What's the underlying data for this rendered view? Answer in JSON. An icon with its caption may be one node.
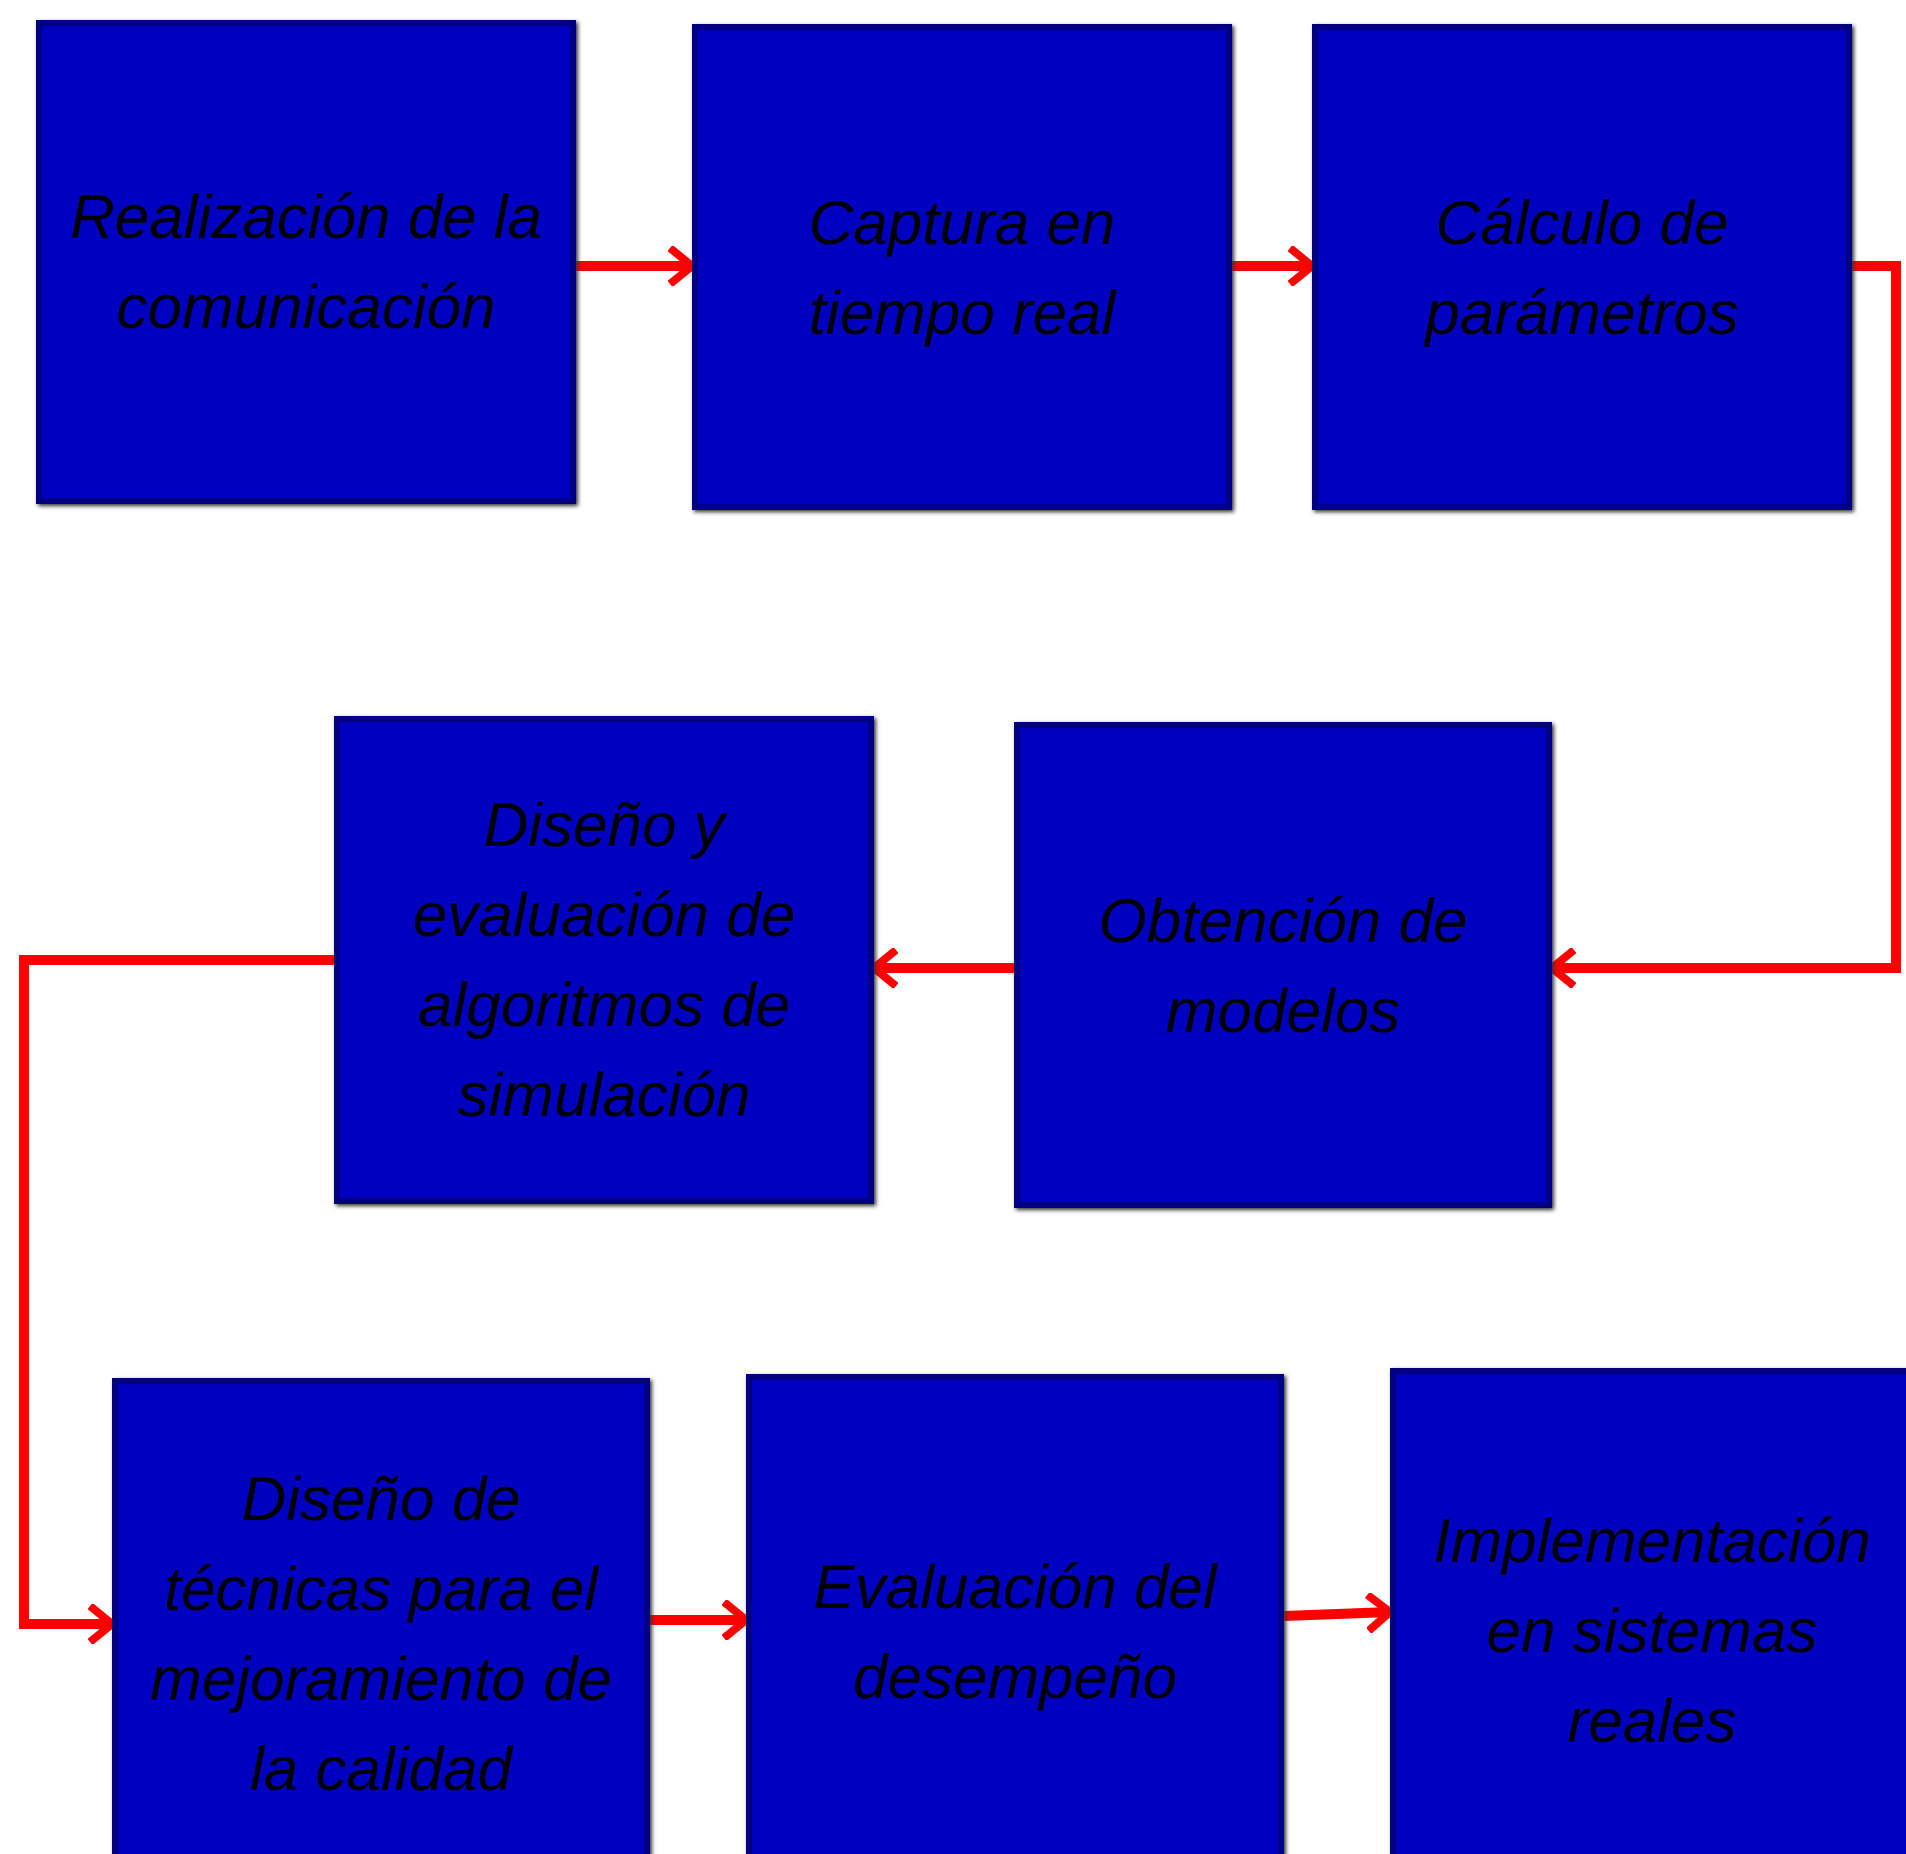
{
  "diagram": {
    "nodes": [
      {
        "text": [
          "Realización de la comunicación"
        ]
      },
      {
        "text": [
          "Captura en tiempo real"
        ]
      },
      {
        "text": [
          "Cálculo de parámetros"
        ]
      },
      {
        "text": [
          "Diseño y evaluación de algoritmos de simulación"
        ]
      },
      {
        "text": [
          "Obtención de modelos"
        ]
      },
      {
        "text": [
          "Diseño de técnicas para el mejoramiento de la calidad"
        ]
      },
      {
        "text": [
          "Evaluación del desempeño"
        ]
      },
      {
        "text": [
          "Implementación en sistemas reales"
        ]
      }
    ],
    "edges": [
      {
        "from": 0,
        "to": 1,
        "arrow": "to"
      },
      {
        "from": 1,
        "to": 2,
        "arrow": "to"
      },
      {
        "from": 2,
        "to": 4,
        "arrow": "to"
      },
      {
        "from": 4,
        "to": 3,
        "arrow": "to"
      },
      {
        "from": 3,
        "to": 5,
        "arrow": "to"
      },
      {
        "from": 5,
        "to": 6,
        "arrow": "to"
      },
      {
        "from": 6,
        "to": 7,
        "arrow": "to"
      }
    ]
  }
}
